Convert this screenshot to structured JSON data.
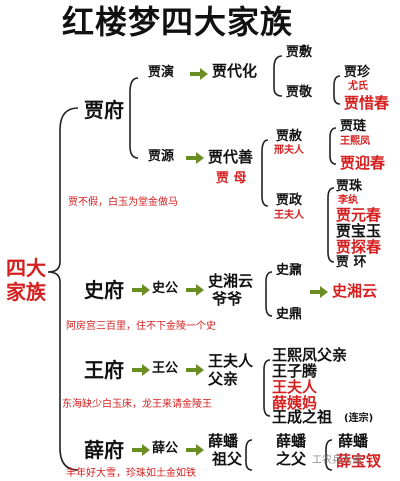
{
  "title": "红楼梦四大家族",
  "root": [
    "四大",
    "家族"
  ],
  "jia": {
    "name": "贾府",
    "yan": "贾演",
    "daihua": "贾代化",
    "fu": "贾敷",
    "jing": "贾敬",
    "zhen": "贾珍",
    "youshi": "尤氏",
    "xichun": "贾惜春",
    "yuan": "贾源",
    "daishan": "贾代善",
    "jiamu": "贾 母",
    "she": "贾赦",
    "xingfuren": "邢夫人",
    "lian": "贾琏",
    "wangxifeng": "王熙凤",
    "yingchun": "贾迎春",
    "zheng": "贾政",
    "wangfuren": "王夫人",
    "zhu": "贾珠",
    "liwan": "李纨",
    "yuanchun": "贾元春",
    "baoyu": "贾宝玉",
    "tanchun": "贾探春",
    "huan": "贾 环",
    "saying": "贾不假，白玉为堂金做马"
  },
  "shi": {
    "name": "史府",
    "gong": "史公",
    "xiangyun_grand": [
      "史湘云",
      "爷爷"
    ],
    "ding": "史鼎",
    "nai": "史鼐",
    "xiangyun": "史湘云",
    "saying": "阿房宫三百里，住不下金陵一个史"
  },
  "wang": {
    "name": "王府",
    "gong": "王公",
    "father": [
      "王夫人",
      "父亲"
    ],
    "xifeng_father": "王熙凤父亲",
    "ziteng": "王子腾",
    "wangfuren": "王夫人",
    "xueyima": "薛姨妈",
    "chengzhi": "王成之祖",
    "lianzong": "(连宗)",
    "saying": "东海缺少白玉床，龙王来请金陵王"
  },
  "xue": {
    "name": "薛府",
    "gong": "薛公",
    "grand": [
      "薛蟠",
      "祖父"
    ],
    "father": [
      "薛蟠",
      "之父"
    ],
    "pan": "薛蟠",
    "baochai": "薛宝钗",
    "saying": "丰年好大雪，珍珠如土金如铁"
  },
  "watermark": "工农兵大道",
  "colors": {
    "red": "#d62020",
    "black": "#111111",
    "arrow": "#6b8e23"
  }
}
